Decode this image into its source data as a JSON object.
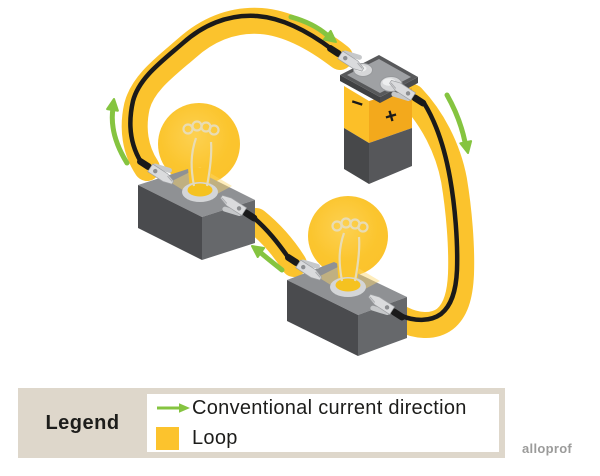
{
  "diagram": {
    "battery": {
      "negative_label": "−",
      "positive_label": "+"
    }
  },
  "legend": {
    "title": "Legend",
    "items": [
      {
        "icon": "green-arrow",
        "label": "Conventional current direction"
      },
      {
        "icon": "yellow-square",
        "label": "Loop"
      }
    ]
  },
  "watermark": "alloprof",
  "colors": {
    "loop_yellow": "#FBC32D",
    "bulb_glow": "#FBC52E",
    "wire_black": "#1A1A1A",
    "current_arrow_green": "#85C440",
    "legend_background": "#DED7CB",
    "battery_yellow": "#FBBB20",
    "socket_gray": "#4E5052"
  }
}
